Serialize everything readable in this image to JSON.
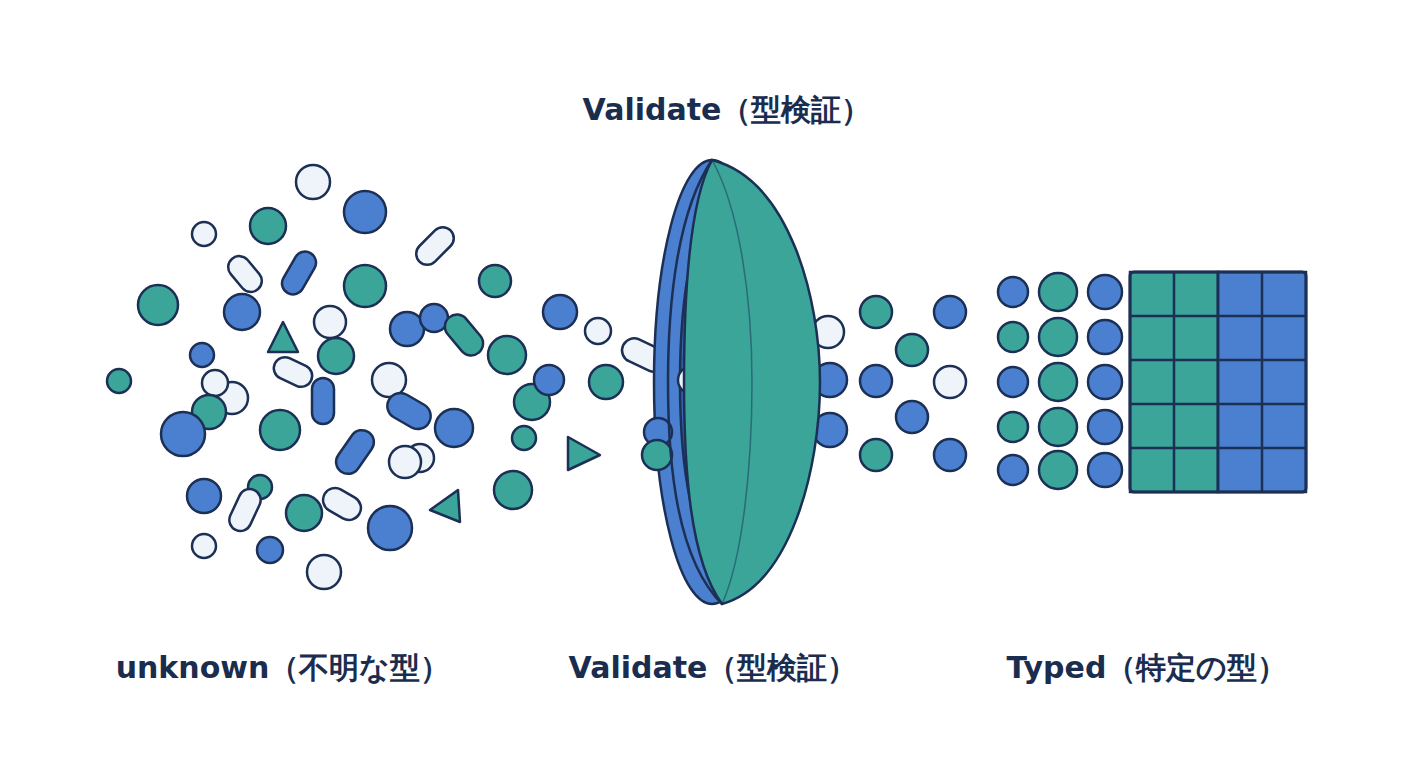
{
  "diagram": {
    "title": "Validate（型検証）",
    "labels": [
      "unknown（不明な型）",
      "Validate（型検証）",
      "Typed（特定の型）"
    ]
  }
}
